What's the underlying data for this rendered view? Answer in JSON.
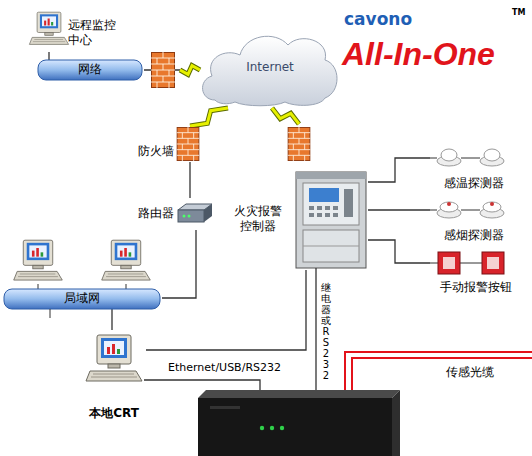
{
  "diagram": {
    "nodes": [
      {
        "text": [
          "远程监控中心"
        ]
      },
      {
        "text": [
          "网络"
        ]
      },
      {
        "text": [
          "Internet"
        ]
      },
      {
        "text": [
          "防火墙"
        ]
      },
      {
        "text": [
          "路由器"
        ]
      },
      {
        "text": [
          "局域网"
        ]
      },
      {
        "text": [
          "本地CRT"
        ]
      },
      {
        "text": [
          "火灾报警控制器"
        ]
      },
      {
        "text": [
          "感温探测器"
        ]
      },
      {
        "text": [
          "感烟探测器"
        ]
      },
      {
        "text": [
          "手动报警按钮"
        ]
      }
    ],
    "edges": [
      {
        "from": 0,
        "to": 1,
        "arrow": "none"
      },
      {
        "from": 1,
        "to": 2,
        "arrow": "none"
      },
      {
        "from": 3,
        "to": 2,
        "arrow": "none"
      },
      {
        "from": 7,
        "to": 2,
        "arrow": "none"
      },
      {
        "from": 3,
        "to": 4,
        "arrow": "none"
      },
      {
        "from": 4,
        "to": 5,
        "arrow": "none"
      },
      {
        "from": 5,
        "to": 6,
        "arrow": "none"
      },
      {
        "from": 7,
        "to": 6,
        "arrow": "none"
      },
      {
        "from": 7,
        "to": 8,
        "arrow": "none"
      },
      {
        "from": 7,
        "to": 9,
        "arrow": "none"
      },
      {
        "from": 7,
        "to": 10,
        "arrow": "none"
      }
    ],
    "labels": [
      "cavono",
      "All-In-One",
      "TM",
      "Ethernet/USB/RS232",
      "继电器或RS232",
      "传感光缆"
    ]
  }
}
